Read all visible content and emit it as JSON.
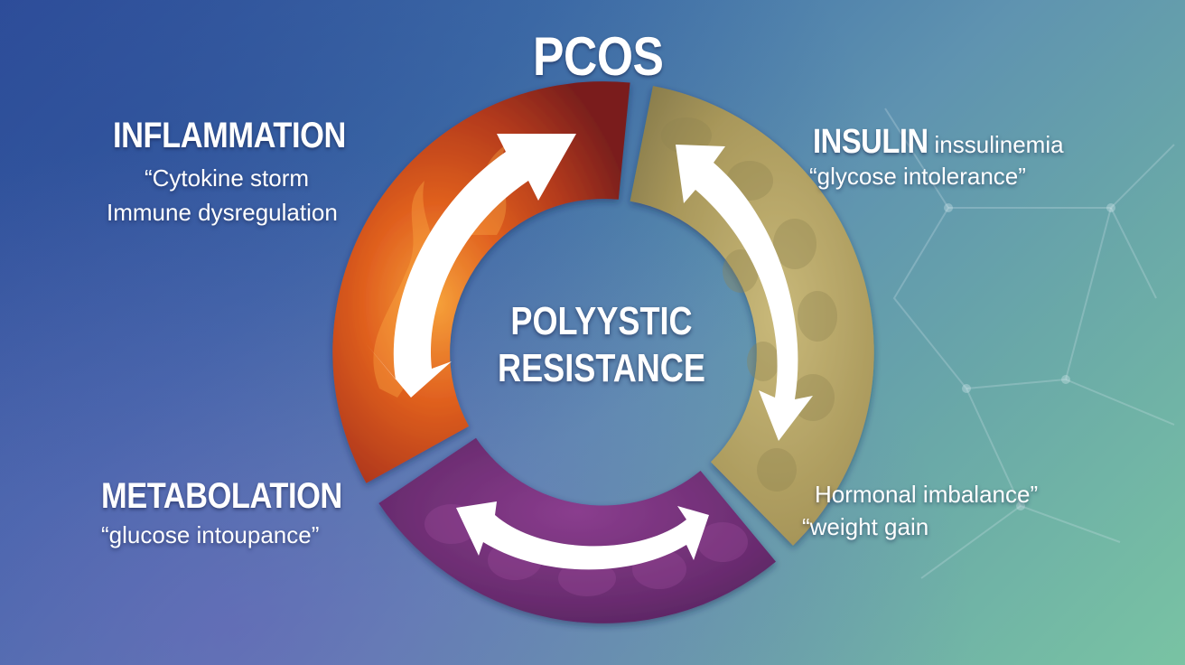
{
  "title": "PCOS",
  "center": {
    "line1": "POLYYSTIC",
    "line2": "RESISTANCE"
  },
  "nodes": {
    "inflammation": {
      "heading": "INFLAMMATION",
      "line1": "“Cytokine storm",
      "line2": "Immune dysregulation"
    },
    "insulin": {
      "heading": "INSULIN",
      "heading_suffix": "inssulinemia",
      "line1": "“glycose intolerance”"
    },
    "metabolation": {
      "heading": "METABOLATION",
      "line1": "“glucose intoupance”"
    },
    "hormonal": {
      "line1": "Hormonal imbalance”",
      "line2": "“weight gain"
    }
  },
  "colors": {
    "inflammation_segment": "#b8351f",
    "insulin_segment": "#b9a766",
    "metabolation_segment": "#6e2f73",
    "arrow": "#ffffff"
  }
}
